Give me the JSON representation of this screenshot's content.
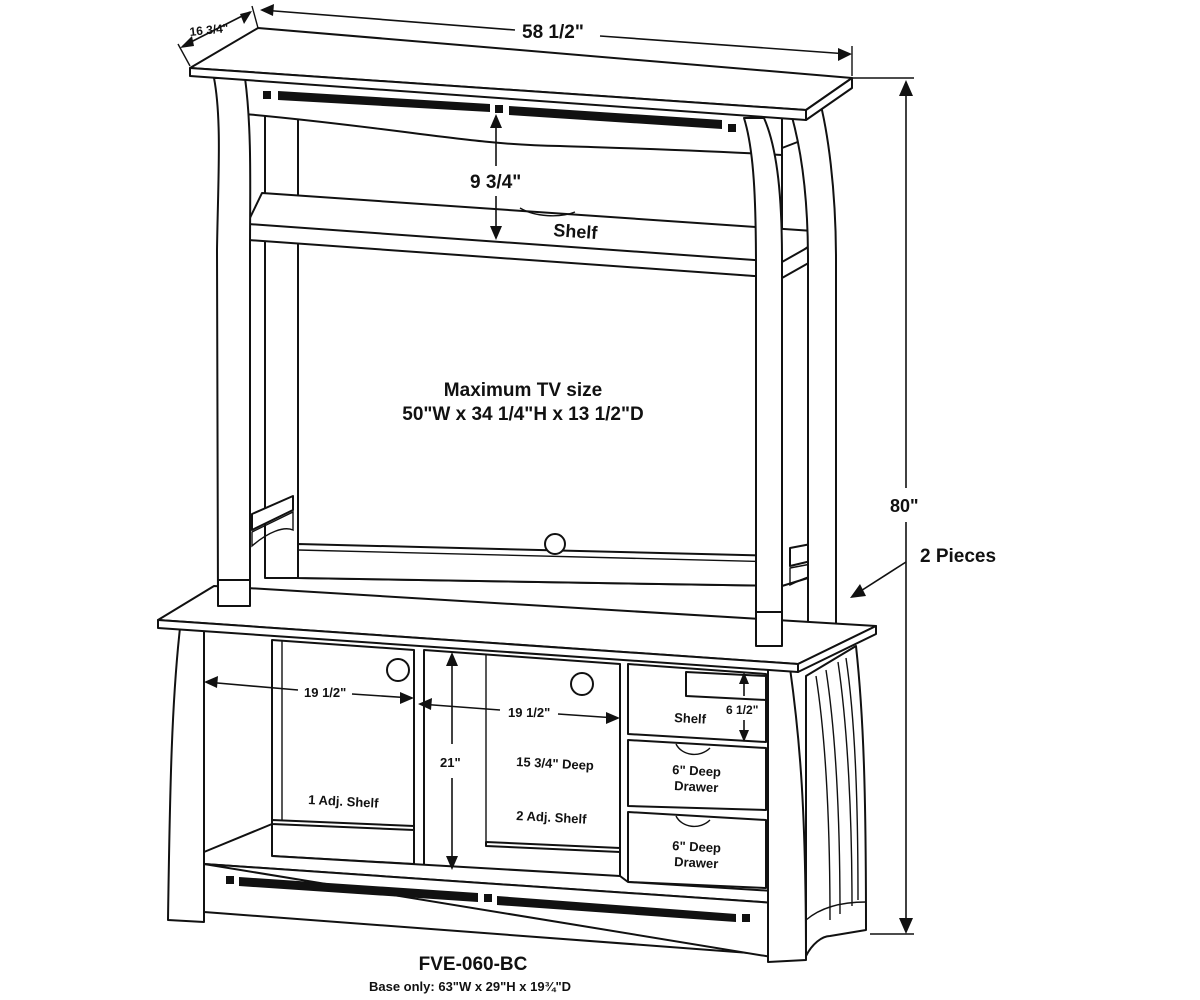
{
  "dimensions": {
    "top_depth": "16 3/4\"",
    "top_width": "58 1/2\"",
    "shelf_clearance": "9 3/4\"",
    "overall_height": "80\"",
    "left_opening_width": "19 1/2\"",
    "center_opening_width": "19 1/2\"",
    "opening_height": "21\"",
    "top_shelf_height": "6 1/2\""
  },
  "labels": {
    "hutch_shelf": "Shelf",
    "max_tv_title": "Maximum TV size",
    "max_tv_size": "50\"W x 34 1/4\"H x 13 1/2\"D",
    "pieces": "2 Pieces",
    "left_shelf": "1 Adj. Shelf",
    "center_depth": "15 3/4\" Deep",
    "center_shelf": "2 Adj. Shelf",
    "right_shelf": "Shelf",
    "drawer1_line1": "6\" Deep",
    "drawer1_line2": "Drawer",
    "drawer2_line1": "6\" Deep",
    "drawer2_line2": "Drawer"
  },
  "footer": {
    "model": "FVE-060-BC",
    "base_dims": "Base only: 63\"W x 29\"H x 19¾\"D"
  }
}
